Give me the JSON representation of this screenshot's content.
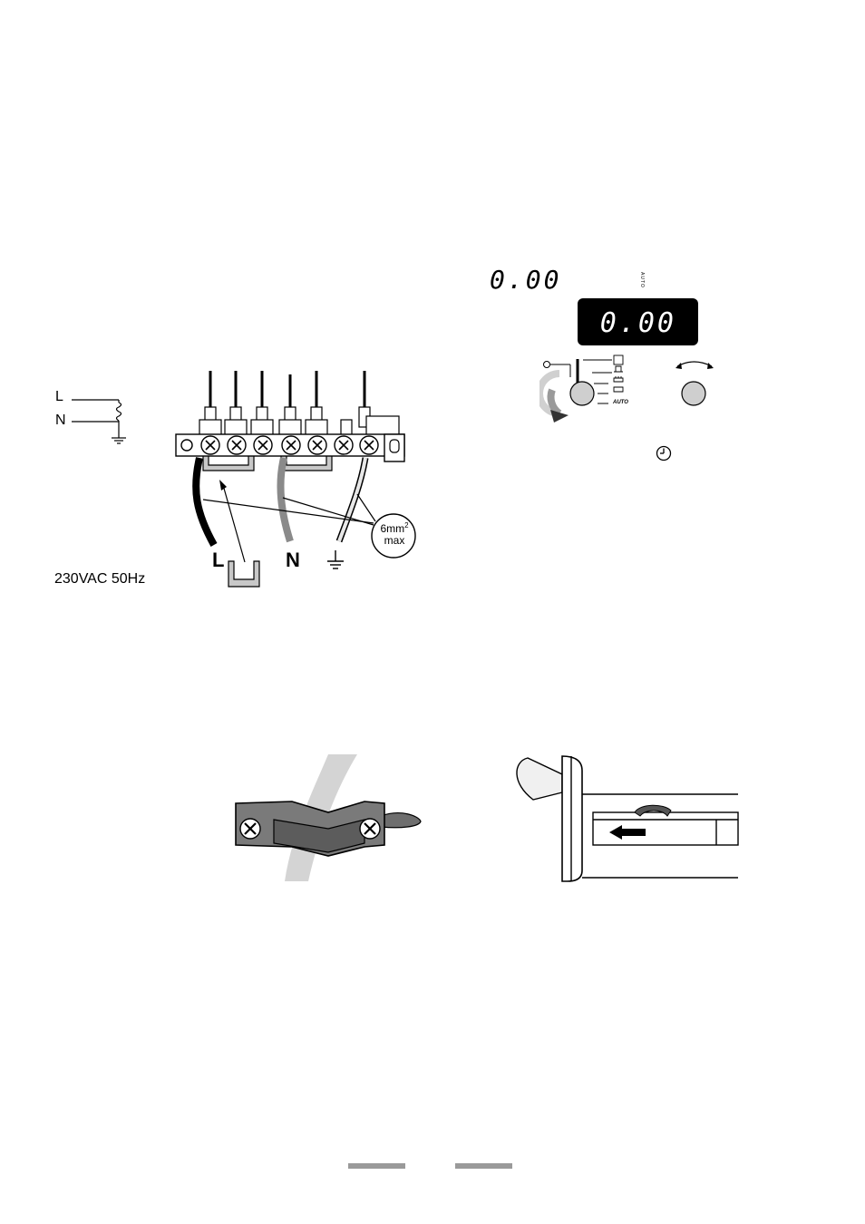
{
  "schematic": {
    "line_label": "L",
    "neutral_label": "N",
    "supply_label": "230VAC 50Hz"
  },
  "terminal_block": {
    "live_label": "L",
    "neutral_label": "N",
    "cable_size_value": "6mm",
    "cable_size_power": "2",
    "cable_size_note": "max"
  },
  "timer": {
    "small_display_value": "0.00",
    "auto_indicator": "AUTO",
    "display_value": "0.00",
    "mode_auto_label": "AUTO"
  }
}
